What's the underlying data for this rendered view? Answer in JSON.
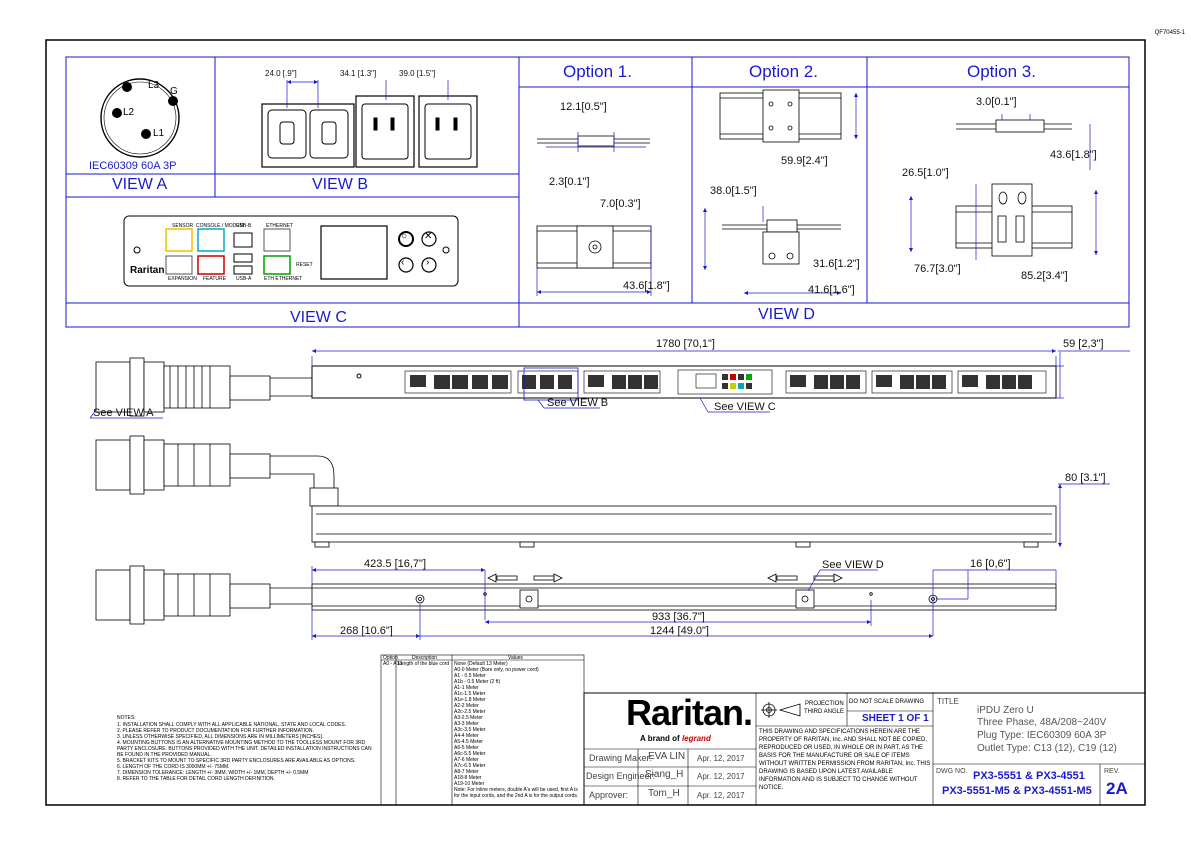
{
  "doc_number": "QF70455-1",
  "views": {
    "view_a_caption": "VIEW A",
    "view_a_label": "IEC60309 60A 3P",
    "plug_pins": [
      "L3",
      "G",
      "L2",
      "L1"
    ],
    "view_b_caption": "VIEW B",
    "view_b_dims": [
      "24.0 [.9\"]",
      "34.1 [1.3\"]",
      "39.0 [1.5\"]"
    ],
    "view_c_caption": "VIEW C",
    "view_c_ports": [
      "SENSOR",
      "CONSOLE / MODEM",
      "USB-B",
      "ETHERNET",
      "EXPANSION",
      "FEATURE",
      "USB-A",
      "ETH ETHERNET",
      "RESET"
    ],
    "view_c_brand": "Raritan",
    "view_d_caption": "VIEW D",
    "option1": {
      "title": "Option 1.",
      "dims": [
        "12.1[0.5\"]",
        "2.3[0.1\"]",
        "7.0[0.3\"]",
        "43.6[1.8\"]"
      ]
    },
    "option2": {
      "title": "Option  2.",
      "dims": [
        "59.9[2.4\"]",
        "38.0[1.5\"]",
        "31.6[1.2\"]",
        "41.6[1.6\"]"
      ]
    },
    "option3": {
      "title": "Option 3.",
      "dims": [
        "3.0[0.1\"]",
        "43.6[1.8\"]",
        "26.5[1.0\"]",
        "76.7[3.0\"]",
        "85.2[3.4\"]"
      ]
    }
  },
  "main": {
    "dim_length": "1780 [70,1\"]",
    "dim_width": "59 [2,3\"]",
    "dim_depth": "80 [3.1\"]",
    "dim_423": "423.5 [16,7\"]",
    "dim_16": "16 [0,6\"]",
    "dim_933": "933 [36.7\"]",
    "dim_268": "268 [10.6\"]",
    "dim_1244": "1244 [49.0\"]",
    "see_a": "See VIEW A",
    "see_b": "See VIEW B",
    "see_c": "See VIEW C",
    "see_d": "See VIEW D"
  },
  "option_table": {
    "headers": [
      "Option",
      "Description",
      "Values"
    ],
    "option": "A0 - A18",
    "description": "Length of the blue cord",
    "values": [
      "None (Default 13 Meter)",
      "A0-0 Meter (Bare only, no power cord)",
      "A1 - 0.5 Meter",
      "A1b - 0.5 Meter (2 ft)",
      "A1-1 Meter",
      "A1c-1.5 Meter",
      "A1e-1.8 Meter",
      "A2-2 Meter",
      "A2c-2.5 Meter",
      "A3-2.5 Meter",
      "A3-3 Meter",
      "A3c-3.5 Meter",
      "A4-4 Meter",
      "A5-4.5 Meter",
      "A6-5 Meter",
      "A6c-5.5 Meter",
      "A7-6 Meter",
      "A7c-6.5 Meter",
      "A8-7 Meter",
      "A18-8 Meter",
      "A19-10 Meter",
      "Note: For inline meters, double A's will be used, first A is for the input cords, and the 2nd A is for the output cords."
    ]
  },
  "notes": {
    "heading": "NOTES:",
    "items": [
      "1. INSTALLATION SHALL COMPLY WITH ALL APPLICABLE NATIONAL, STATE AND LOCAL CODES.",
      "2. PLEASE REFER TO PRODUCT DOCUMENTATION FOR FURTHER INFORMATION.",
      "3. UNLESS OTHERWISE SPECIFIED, ALL DIMENSIONS ARE IN MILLIMETERS [INCHES].",
      "4. MOUNTING BUTTONS IS AN ALTERNATIVE MOUNTING METHOD TO THE TOOLLESS MOUNT FOR 3RD PARTY ENCLOSURE. BUTTONS PROVIDED WITH THE UNIT. DETAILED INSTALLATION INSTRUCTIONS CAN BE FOUND IN THE PROVIDED MANUAL.",
      "5. BRACKET KITS TO MOUNT TO SPECIFIC 3RD PARTY ENCLOSURES ARE AVAILABLE AS OPTIONS.",
      "6. LENGTH OF THE CORD IS 3000MM +/- 75MM.",
      "7. DIMENSION TOLERANCE: LENGTH +/- 3MM, WIDTH +/- 1MM, DEPTH +/- 0.5MM",
      "8. REFER TO THE TABLE FOR DETAIL CORD LENGTH DEFINITION."
    ]
  },
  "title_block": {
    "logo": "Raritan.",
    "brand_line": "A brand of",
    "brand_name": "legrand",
    "rows": [
      {
        "role": "Drawing Maker:",
        "name": "EVA LIN",
        "date": "Apr. 12, 2017"
      },
      {
        "role": "Design Engineer:",
        "name": "Siang_H",
        "date": "Apr. 12, 2017"
      },
      {
        "role": "Approver:",
        "name": "Tom_H",
        "date": "Apr. 12, 2017"
      }
    ],
    "projection_1": "PROJECTION",
    "projection_2": "THIRD ANGLE",
    "do_not_scale": "DO NOT SCALE DRAWING",
    "sheet": "SHEET 1 OF 1",
    "legal": "THIS DRAWING AND SPECIFICATIONS HEREIN ARE THE PROPERTY OF RARITAN, Inc. AND SHALL NOT BE COPIED, REPRODUCED OR USED, IN WHOLE OR IN PART, AS THE BASIS FOR THE MANUFACTURE OR SALE OF ITEMS WITHOUT WRITTEN PERMISSION FROM RARITAN, Inc. THIS DRAWING IS BASED UPON LATEST AVAILABLE INFORMATION AND IS SUBJECT TO CHANGE WITHOUT NOTICE.",
    "title_label": "TITLE",
    "title_lines": [
      "iPDU Zero U",
      "Three Phase, 48A/208~240V",
      "Plug Type: IEC60309 60A 3P",
      "Outlet Type: C13 (12), C19 (12)"
    ],
    "dwg_label": "DWG NO.",
    "dwg_1": "PX3-5551 & PX3-4551",
    "dwg_2": "PX3-5551-M5 & PX3-4551-M5",
    "rev_label": "REV.",
    "rev": "2A"
  },
  "colors": {
    "accent": "#1a1acc",
    "line": "#1a1acc",
    "border": "#000000"
  }
}
